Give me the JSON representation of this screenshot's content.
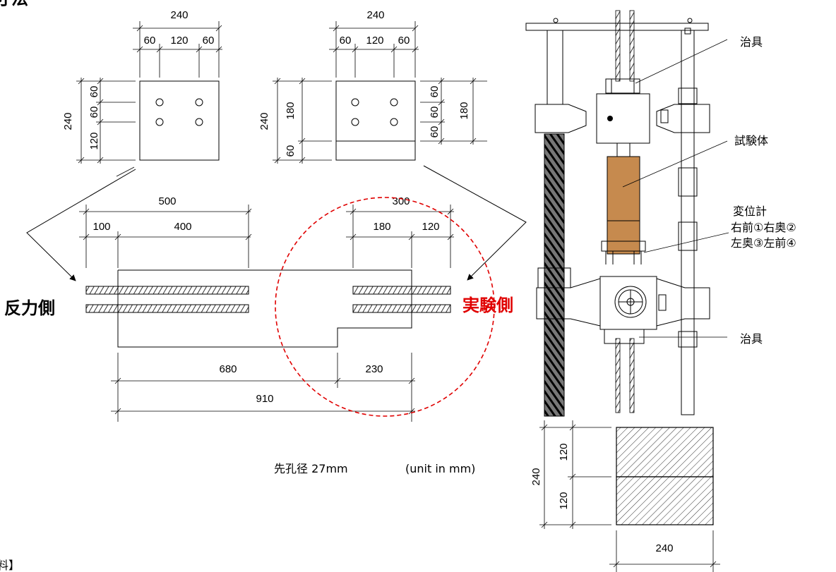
{
  "title": "寸法",
  "footer_fragment": "料】",
  "side_labels": {
    "reaction": "反力側",
    "experiment": "実験側"
  },
  "top_left_view": {
    "width_total": "240",
    "width_left": "60",
    "width_mid": "120",
    "width_right": "60",
    "height_total": "240",
    "height_a": "60",
    "height_b": "60",
    "height_c": "120"
  },
  "top_right_view": {
    "width_total": "240",
    "width_left": "60",
    "width_mid": "120",
    "width_right": "60",
    "height_total": "240",
    "height_upper": "180",
    "height_lower": "60",
    "right_a": "60",
    "right_b": "60",
    "right_c": "60",
    "right_total": "180"
  },
  "elevation": {
    "left_total": "500",
    "left_a": "100",
    "left_b": "400",
    "right_total": "300",
    "right_a": "180",
    "right_b": "120",
    "bottom_a": "680",
    "bottom_b": "230",
    "bottom_total": "910"
  },
  "notes": {
    "hole": "先孔径 27mm",
    "unit": "(unit in mm)"
  },
  "apparatus": {
    "jig_top": "治具",
    "specimen": "試験体",
    "gauge_title": "変位計",
    "gauge_line1": "右前①右奥②",
    "gauge_line2": "左奥③左前④",
    "jig_bottom": "治具"
  },
  "cross_section": {
    "height_total": "240",
    "height_a": "120",
    "height_b": "120",
    "width": "240"
  },
  "colors": {
    "ink": "#000000",
    "accent_red": "#e00000",
    "specimen_wood": "#c68a4e"
  }
}
